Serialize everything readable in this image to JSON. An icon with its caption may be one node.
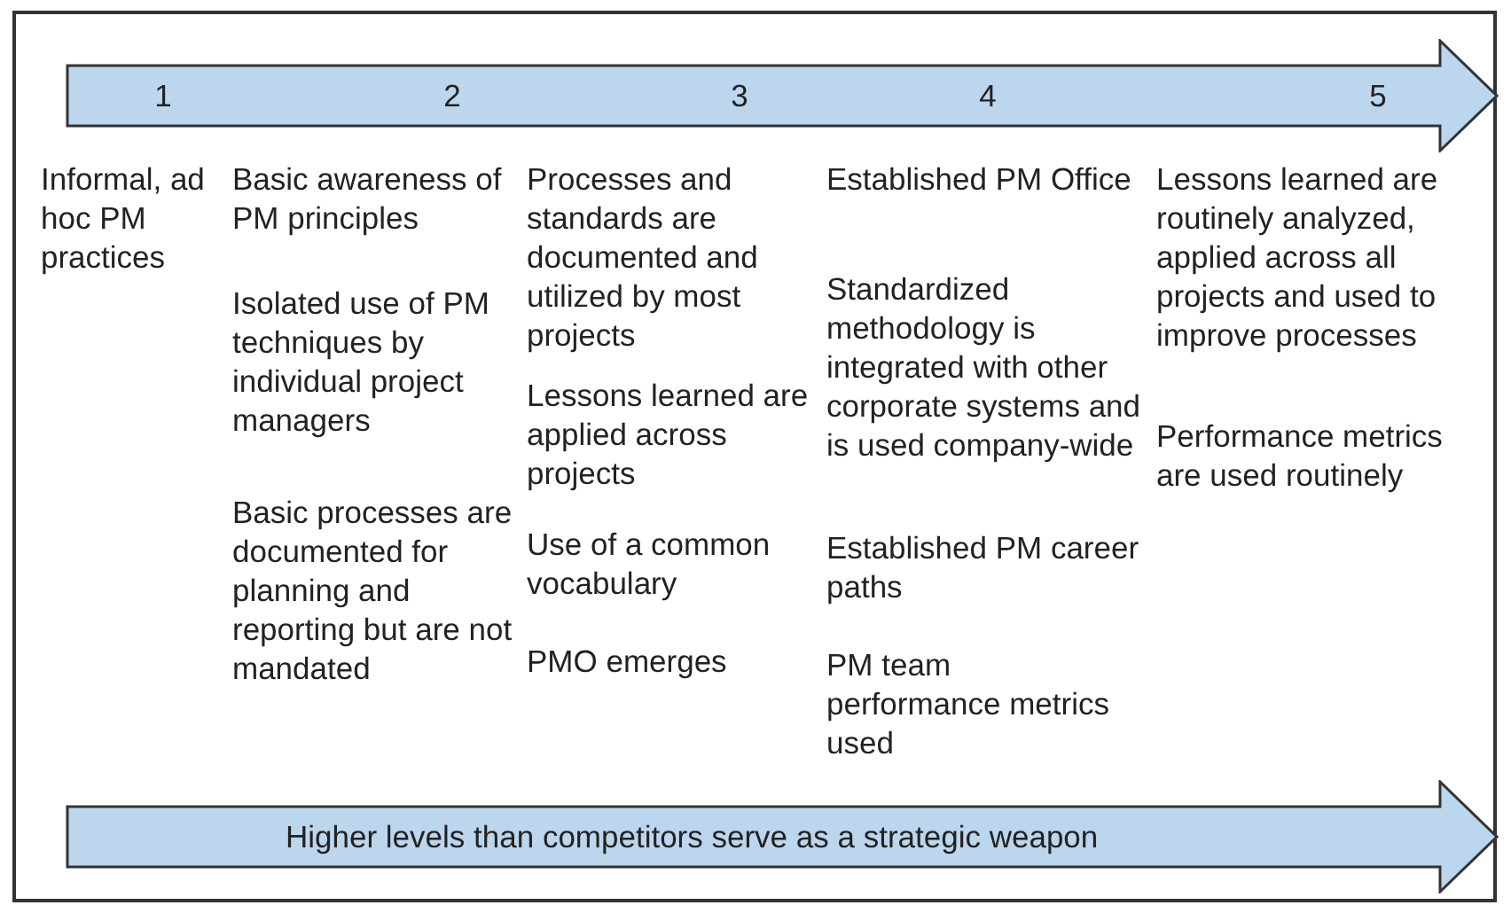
{
  "diagram": {
    "nodes": [
      {
        "text": [
          "1",
          "2",
          "3",
          "4",
          "5"
        ]
      },
      {
        "text": [
          "Higher levels than competitors serve as a strategic weapon"
        ]
      }
    ],
    "labels": [
      "Informal, ad hoc PM practices",
      "Basic awareness of PM principles",
      "Isolated use of PM techniques by individual project managers",
      "Basic processes are documented for planning and reporting but are not mandated",
      "Processes and standards are documented and utilized by most projects",
      "Lessons learned are applied across projects",
      "Use of a common vocabulary",
      "PMO emerges",
      "Established PM Office",
      "Standardized methodology is integrated with other corporate systems and is used company-wide",
      "Established PM career paths",
      "PM team performance metrics used",
      "Lessons learned are routinely analyzed, applied across all projects and used to improve processes",
      "Performance metrics are used routinely"
    ]
  }
}
